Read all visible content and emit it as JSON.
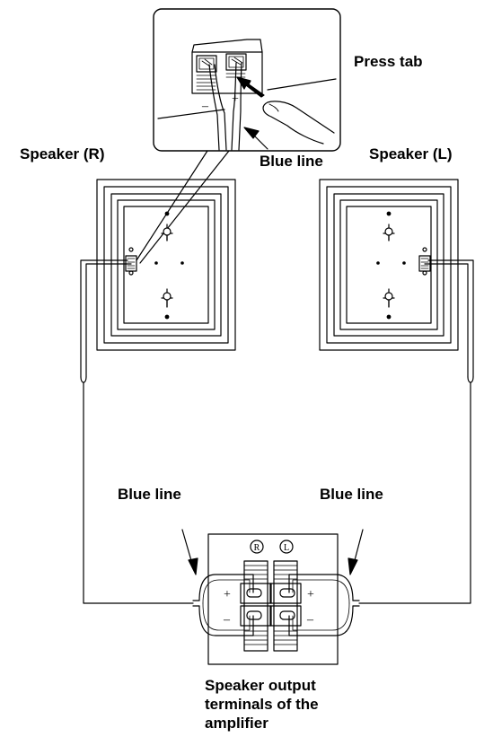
{
  "labels": {
    "press_tab": "Press tab",
    "speaker_r": "Speaker (R)",
    "speaker_l": "Speaker (L)",
    "blue_line_top": "Blue line",
    "blue_line_left": "Blue line",
    "blue_line_right": "Blue line",
    "terminals_line1": "Speaker output",
    "terminals_line2": "terminals of the",
    "terminals_line3": "amplifier"
  },
  "symbols": {
    "plus": "+",
    "minus": "–",
    "channel_r": "R",
    "channel_l": "L"
  },
  "colors": {
    "line": "#000000",
    "background": "#ffffff"
  }
}
